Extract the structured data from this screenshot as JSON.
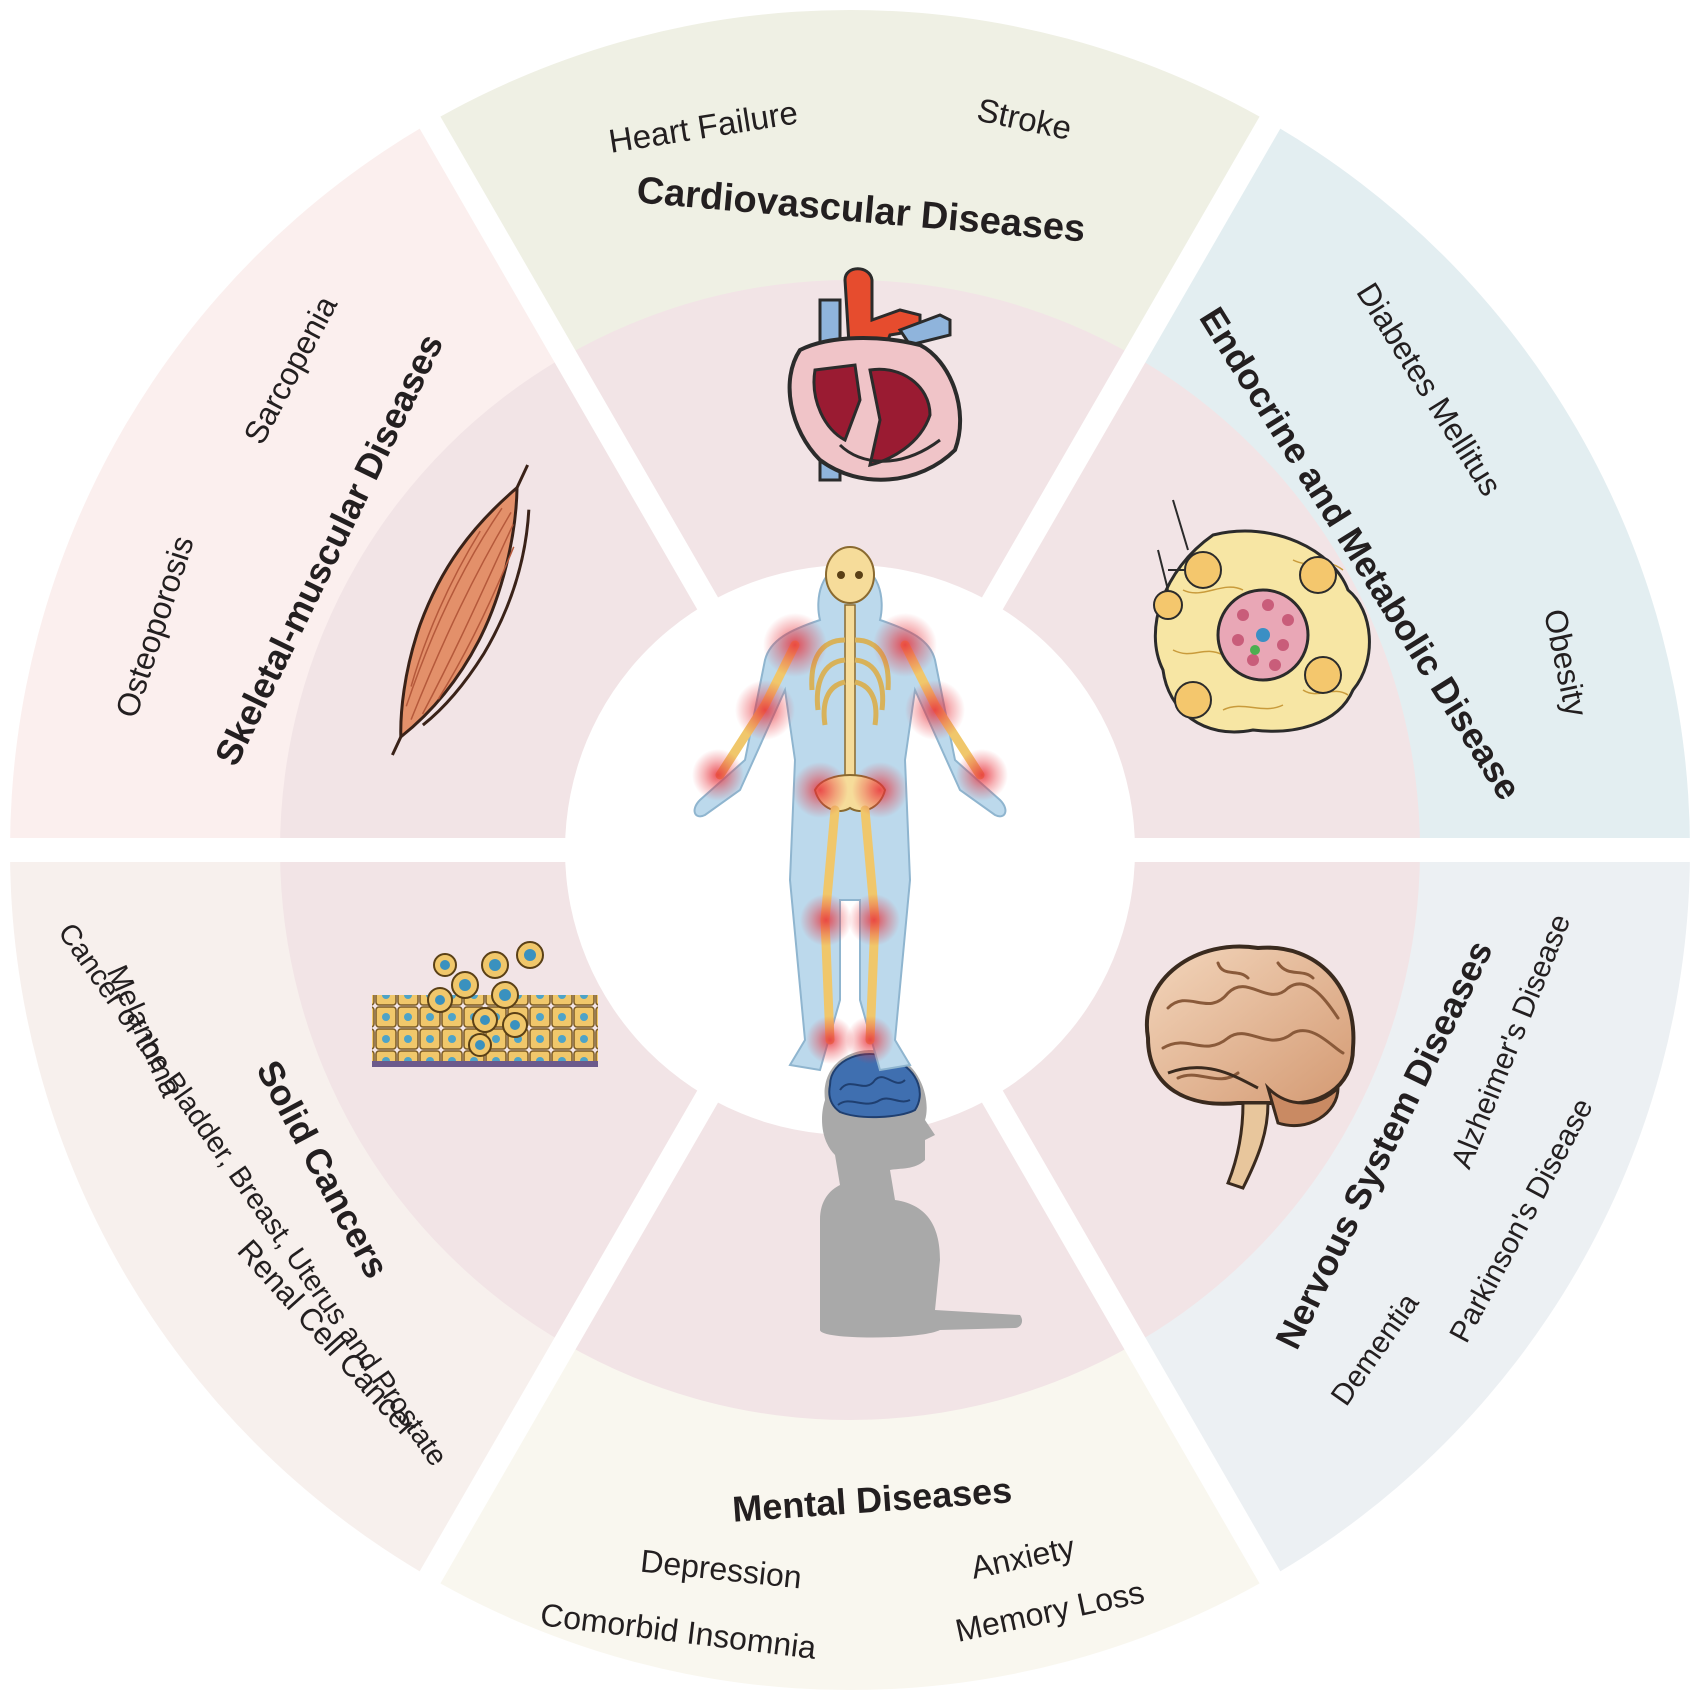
{
  "colors": {
    "cardiovascular": "#eff0e4",
    "endocrine": "#e3eef1",
    "nervous": "#ecf0f3",
    "mental": "#f9f7ef",
    "cancer": "#f7f0ed",
    "skeletal": "#fbefee",
    "inner_ring": "#f2e4e6",
    "hub": "#ffffff",
    "text": "#231f20"
  },
  "sectors": [
    {
      "key": "cardiovascular",
      "title": "Cardiovascular Diseases",
      "items": [
        "Heart Failure",
        "Stroke"
      ],
      "icon": "heart-icon"
    },
    {
      "key": "endocrine",
      "title": "Endocrine and Metabolic Disease",
      "items": [
        "Diabetes Mellitus",
        "Obesity"
      ],
      "icon": "pancreas-islet-icon"
    },
    {
      "key": "nervous",
      "title": "Nervous System Diseases",
      "items": [
        "Alzheimer's Disease",
        "Parkinson's Disease",
        "Dementia"
      ],
      "icon": "brain-icon"
    },
    {
      "key": "mental",
      "title": "Mental Diseases",
      "items": [
        "Depression",
        "Anxiety",
        "Comorbid Insomnia",
        "Memory Loss"
      ],
      "icon": "human-head-brain-icon"
    },
    {
      "key": "cancer",
      "title": "Solid Cancers",
      "items": [
        "Melanoma",
        "Cancer of the Bladder, Breast, Uterus and Prostate",
        "Renal Cell Cancer"
      ],
      "icon": "tumor-tissue-icon"
    },
    {
      "key": "skeletal",
      "title": "Skeletal-muscular Diseases",
      "items": [
        "Sarcopenia",
        "Osteoporosis"
      ],
      "icon": "muscle-icon"
    }
  ],
  "center_icon": "human-skeleton-icon"
}
